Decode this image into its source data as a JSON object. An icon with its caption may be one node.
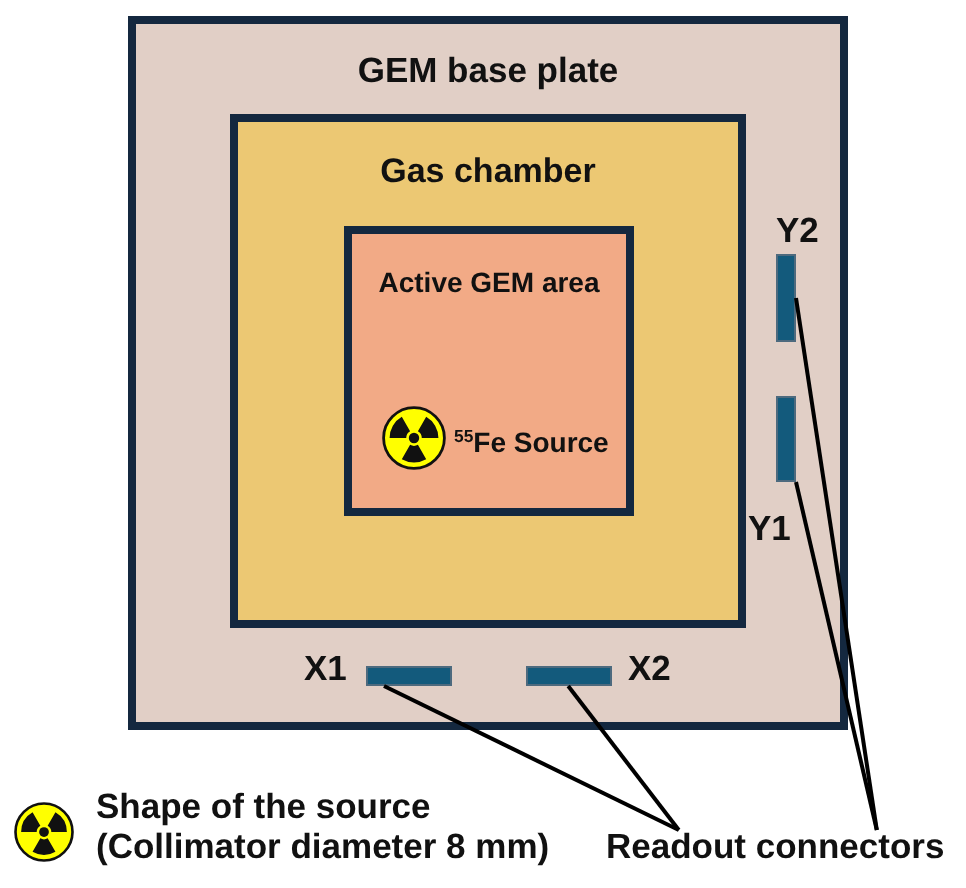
{
  "diagram": {
    "nodes": [
      {
        "text": [
          "GEM base plate"
        ]
      },
      {
        "text": [
          "Gas chamber"
        ],
        "in": 0
      },
      {
        "text": [
          "Active GEM area",
          "$^{55}$Fe Source"
        ],
        "in": 1
      },
      {
        "text": [],
        "shape": "bar",
        "in": 0,
        "beside": [
          "Y2"
        ]
      },
      {
        "text": [],
        "shape": "bar",
        "in": 0,
        "beside": [
          "Y1"
        ]
      },
      {
        "text": [],
        "shape": "bar",
        "in": 0,
        "beside": [
          "X1"
        ]
      },
      {
        "text": [],
        "shape": "bar",
        "in": 0,
        "beside": [
          "X2"
        ]
      },
      {
        "text": [
          "Readout connectors"
        ]
      }
    ],
    "edges": [
      {
        "from": 7,
        "to": 5,
        "arrow": "none"
      },
      {
        "from": 7,
        "to": 6,
        "arrow": "none"
      },
      {
        "from": 7,
        "to": 4,
        "arrow": "none"
      },
      {
        "from": 7,
        "to": 3,
        "arrow": "none"
      }
    ],
    "legend": [
      {
        "text": "Shape of the source (Collimator diameter 8 mm)"
      }
    ]
  }
}
